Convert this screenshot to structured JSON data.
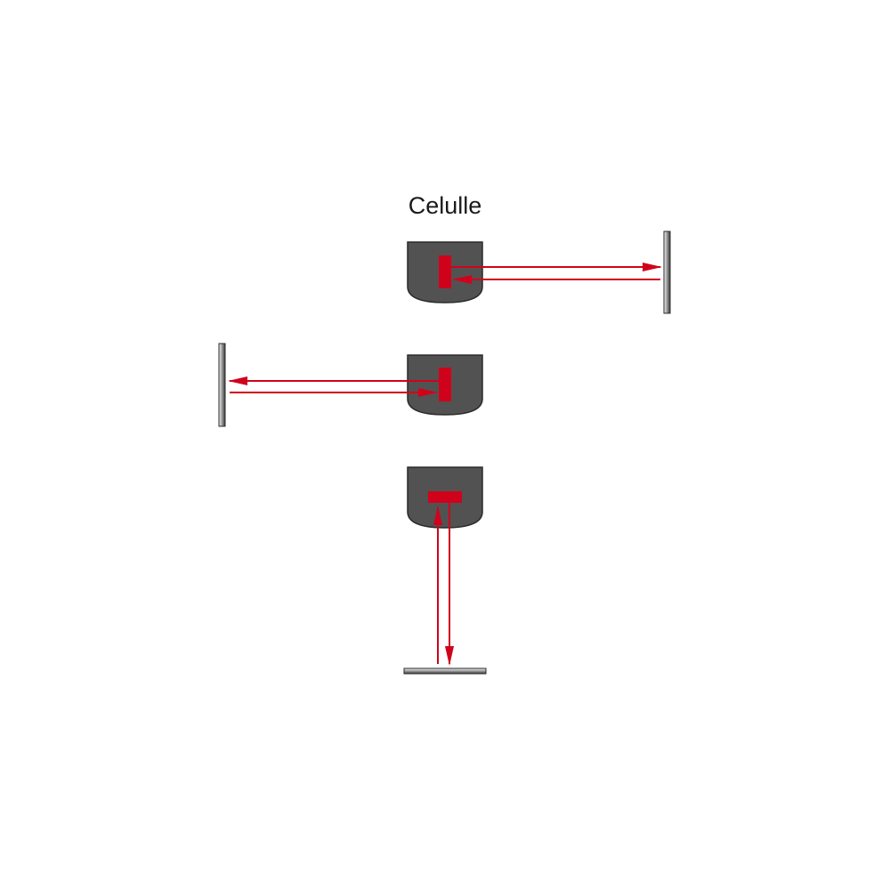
{
  "title": "Celulle",
  "colors": {
    "background": "#ffffff",
    "cell_body": "#525252",
    "cell_outline": "#2a2a2a",
    "emitter": "#d0021b",
    "beam": "#d0021b",
    "reflector_dark": "#4a4a4a",
    "reflector_light": "#f2f2f2"
  },
  "cells": [
    {
      "id": "cell-1",
      "beam_direction": "right",
      "reflector": "right"
    },
    {
      "id": "cell-2",
      "beam_direction": "left",
      "reflector": "left"
    },
    {
      "id": "cell-3",
      "beam_direction": "down",
      "reflector": "bottom"
    }
  ]
}
